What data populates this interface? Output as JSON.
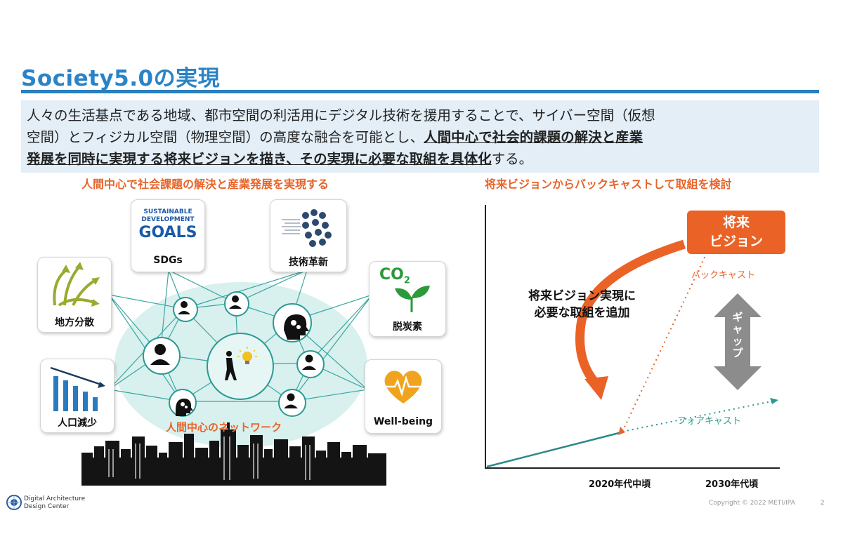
{
  "title": "Society5.0の実現",
  "intro": {
    "line1": "人々の生活基点である地域、都市空間の利活用にデジタル技術を援用することで、サイバー空間（仮想",
    "line2_plain": "空間）とフィジカル空間（物理空間）の高度な融合を可能とし、",
    "line2_bold": "人間中心で社会的課題の解決と産業",
    "line3_bold": "発展を同時に実現する将来ビジョンを描き、その実現に必要な取組を具体化",
    "line3_plain": "する。"
  },
  "left": {
    "title": "人間中心で社会課題の解決と産業発展を実現する",
    "network_label": "人間中心のネットワーク",
    "cards": {
      "sdgs": {
        "logo_line1": "SUSTAINABLE",
        "logo_line2": "DEVELOPMENT",
        "logo_line3": "GOALS",
        "label": "SDGs"
      },
      "tech": {
        "label": "技術革新"
      },
      "regional": {
        "label": "地方分散"
      },
      "decarbon": {
        "co2": "CO",
        "co2_sub": "2",
        "label": "脱炭素"
      },
      "population": {
        "label": "人口減少"
      },
      "wellbeing": {
        "label": "Well-being"
      }
    }
  },
  "right": {
    "title": "将来ビジョンからバックキャストして取組を検討",
    "vision_line1": "将来",
    "vision_line2": "ビジョン",
    "backcast": "バックキャスト",
    "forecast": "フォアキャスト",
    "gap": "ギャップ",
    "add_line1": "将来ビジョン実現に",
    "add_line2": "必要な取組を追加",
    "x_tick1": "2020年代中頃",
    "x_tick2": "2030年代頃"
  },
  "footer": {
    "org_line1": "Digital Architecture",
    "org_line2": "Design Center",
    "copyright": "Copyright ©  2022 METI/IPA",
    "page": "2"
  },
  "colors": {
    "title_blue": "#2a83c6",
    "accent_orange": "#e8642a",
    "network_teal": "#2a9a92",
    "gap_gray": "#8c8c8c"
  }
}
